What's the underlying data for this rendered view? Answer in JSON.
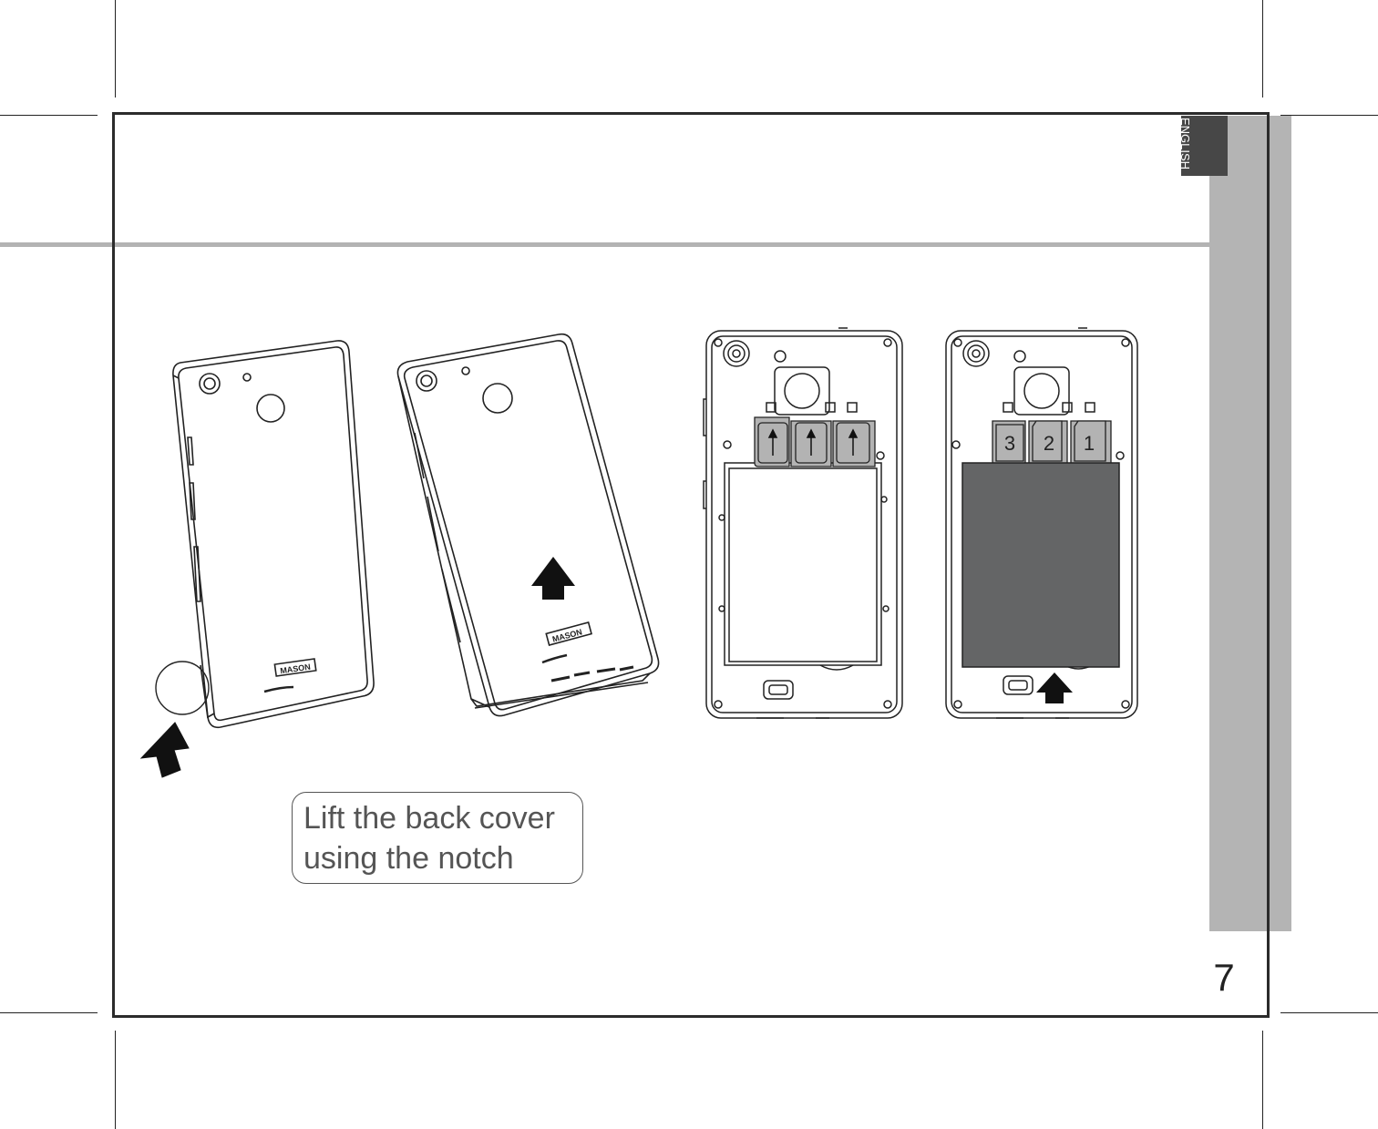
{
  "page": {
    "tab_label": "ENGLISH",
    "page_number": "7"
  },
  "callout": {
    "line1": "Lift the back cover",
    "line2": "using the notch"
  },
  "phones": {
    "brand_label": "MASON",
    "slot_numbers": [
      "3",
      "2",
      "1"
    ]
  },
  "colors": {
    "frame": "#2b2b2b",
    "sidebar": "#b4b4b4",
    "tab": "#474747",
    "battery": "#646566",
    "sim_tray": "#b3b3b3"
  }
}
